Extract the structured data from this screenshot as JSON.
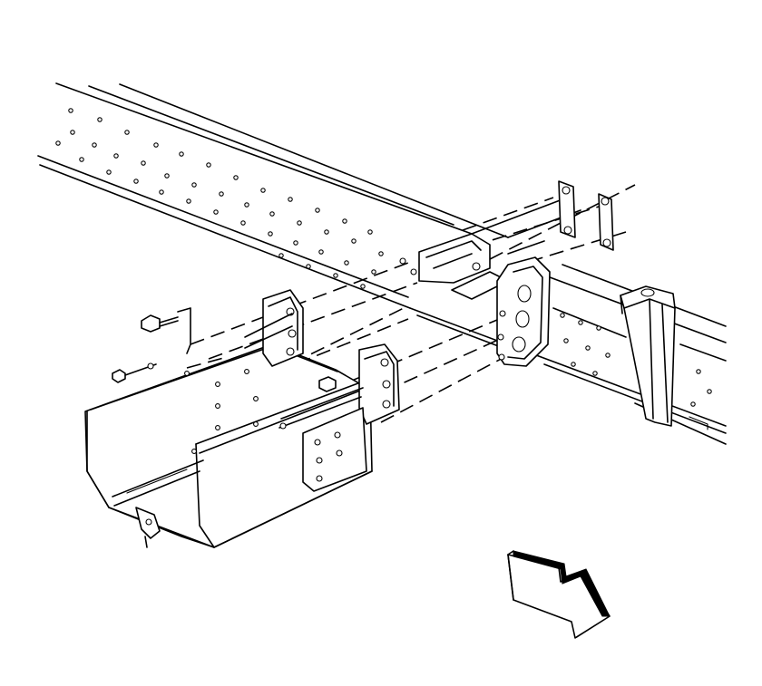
{
  "diagram": {
    "kind": "exploded-assembly-line-drawing",
    "line_color": "#000000",
    "background": "#ffffff",
    "parts": [
      "frame-side-rail",
      "frame-crossmember",
      "upper-mounting-bracket",
      "rear-mounting-bracket",
      "fastener-plate",
      "skid-shield",
      "front-shield-bracket",
      "rear-shield-bracket",
      "shield-support-plate",
      "mounting-bolt",
      "mounting-nut",
      "rear-body-mount",
      "direction-arrow-icon"
    ]
  }
}
